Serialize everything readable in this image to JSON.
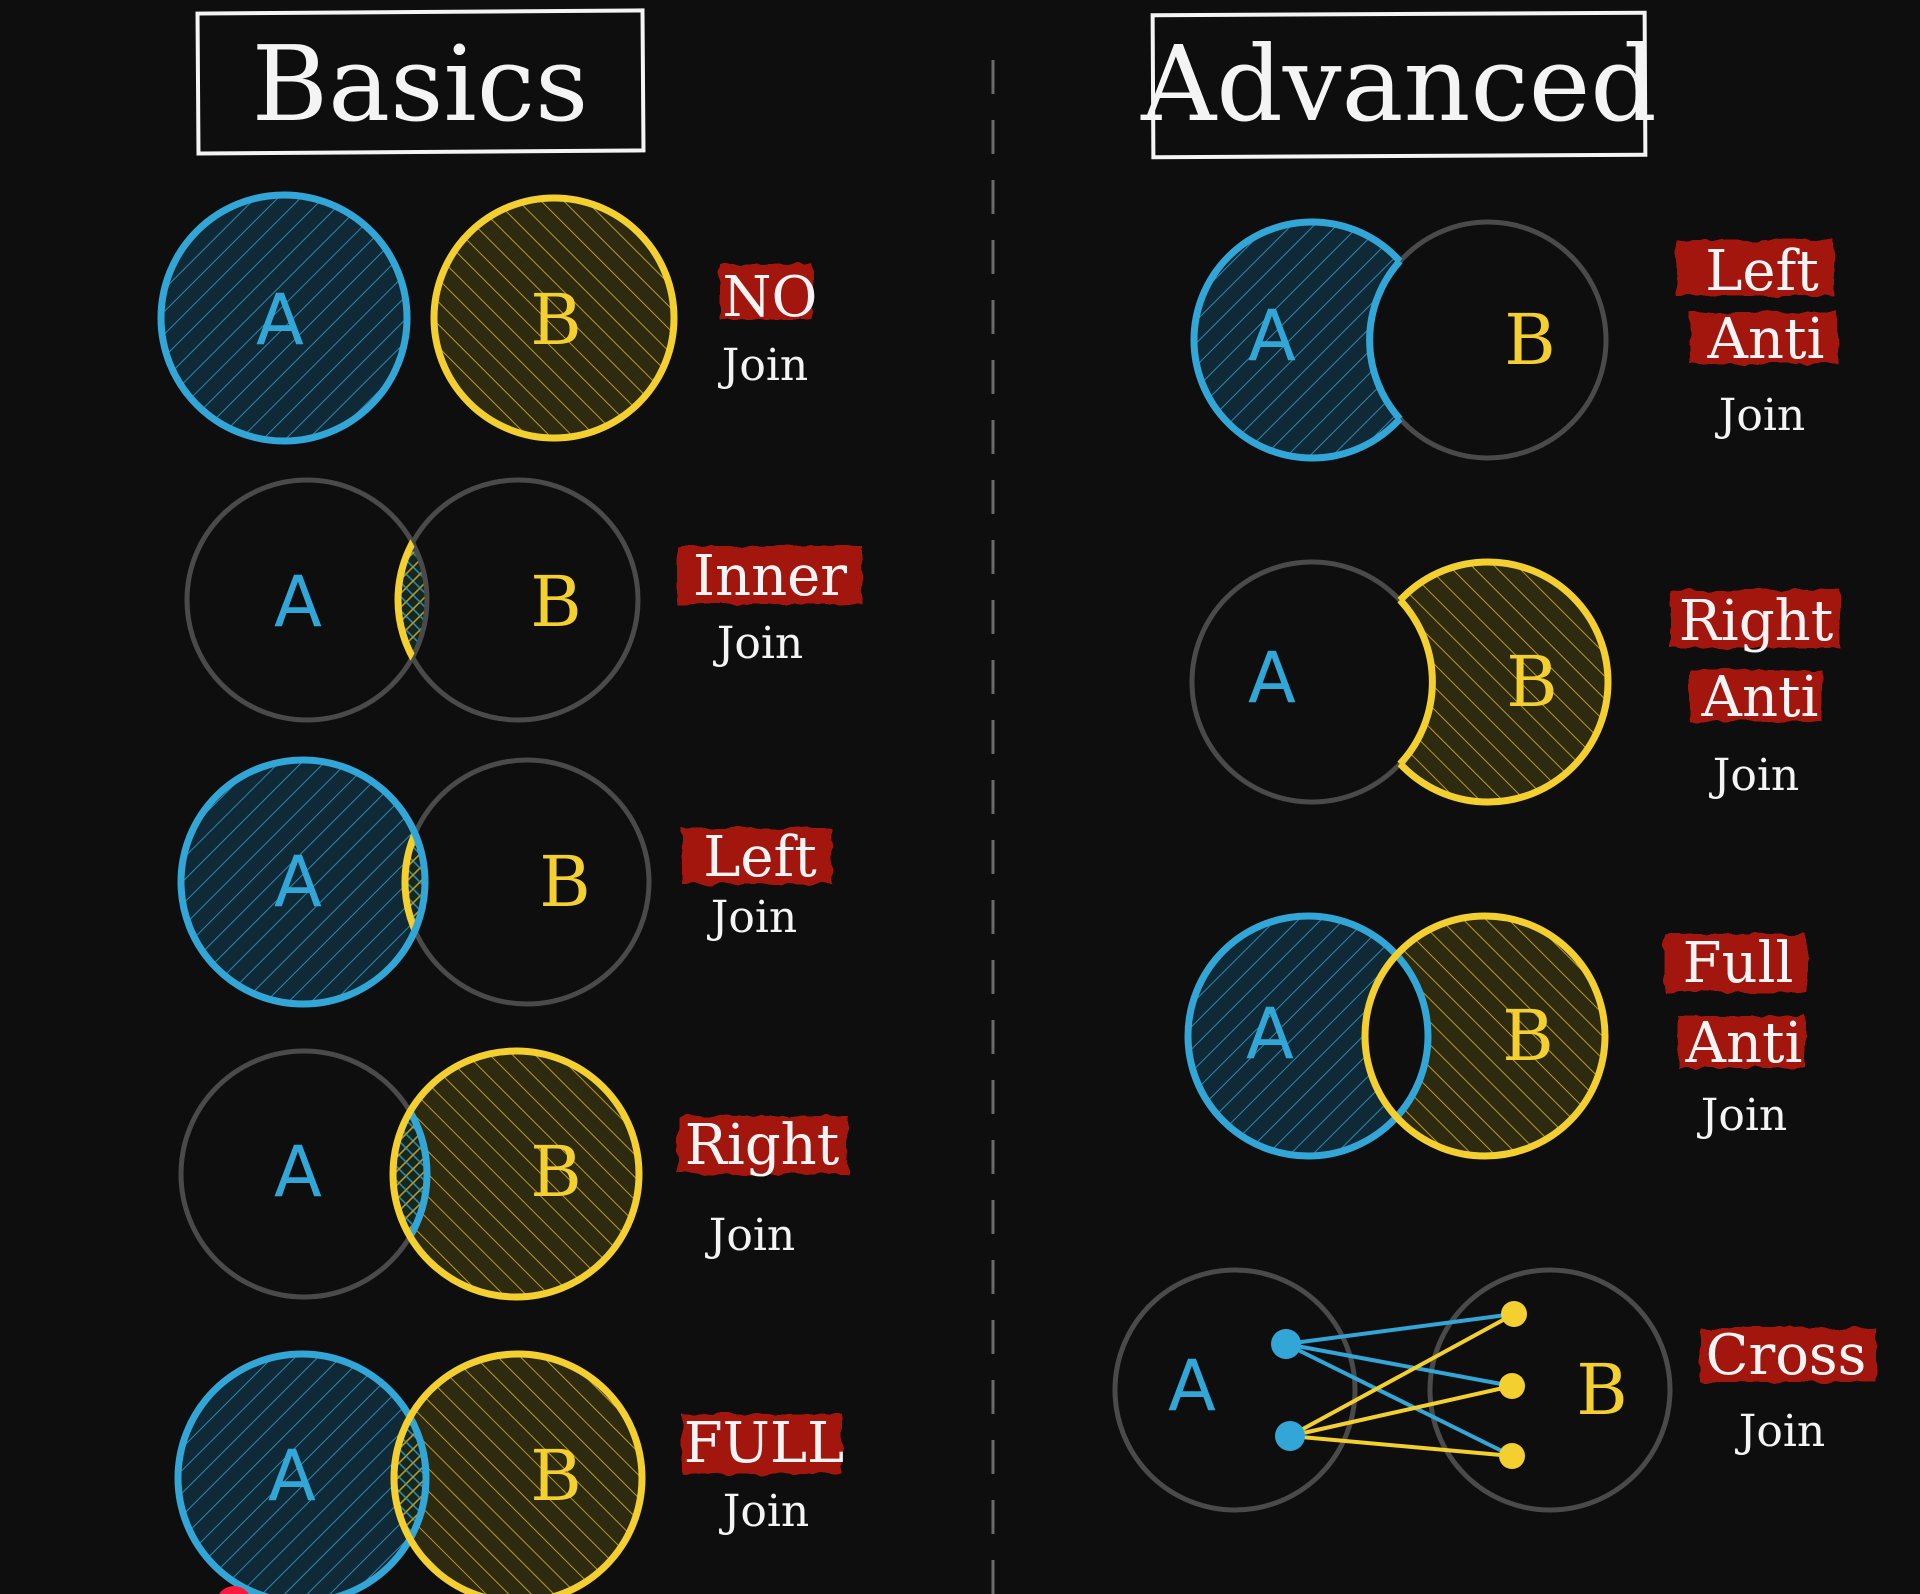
{
  "sections": {
    "basics_title": "Basics",
    "advanced_title": "Advanced"
  },
  "labels": {
    "a": "A",
    "b": "B"
  },
  "joins": {
    "no": [
      "NO",
      "Join"
    ],
    "inner": [
      "Inner",
      "Join"
    ],
    "left": [
      "Left",
      "Join"
    ],
    "right": [
      "Right",
      "Join"
    ],
    "full": [
      "FULL",
      "Join"
    ],
    "left_anti": [
      "Left",
      "Anti",
      "Join"
    ],
    "right_anti": [
      "Right",
      "Anti",
      "Join"
    ],
    "full_anti": [
      "Full",
      "Anti",
      "Join"
    ],
    "cross": [
      "Cross",
      "Join"
    ]
  },
  "colors": {
    "background": "#0e0e0f",
    "set_a": "#33a6d8",
    "set_b": "#f3d02f",
    "inactive_outline": "#4a4a4a",
    "highlight": "#a3180f",
    "text": "#f4f4f4"
  },
  "icons": {
    "divider": "dashed-vertical-line",
    "record": "red-dot-icon"
  }
}
